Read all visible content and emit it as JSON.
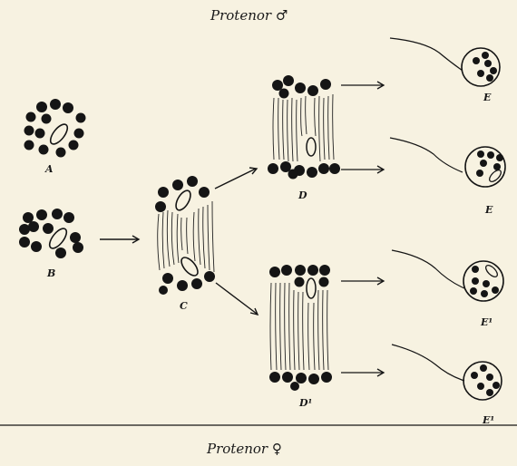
{
  "title_top": "Protenor ♂",
  "title_bottom": "Protenor ♀",
  "labels": {
    "A": "A",
    "B": "B",
    "C": "C",
    "D": "D",
    "D1": "D¹",
    "E1": "E",
    "E2": "E",
    "E3": "E¹",
    "E4": "E¹"
  },
  "colors": {
    "background": "#f7f2e1",
    "ink": "#1a1a1a"
  }
}
